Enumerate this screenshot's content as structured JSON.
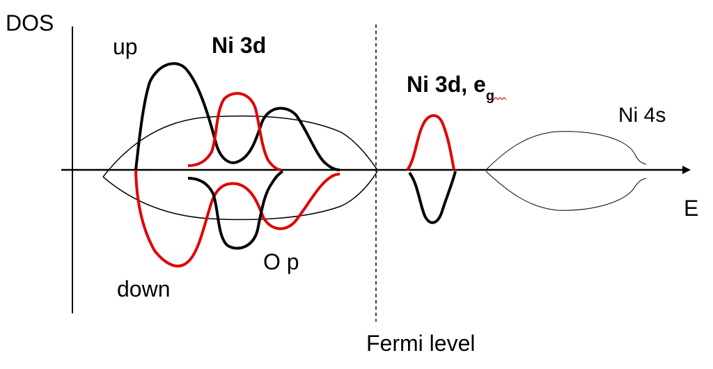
{
  "labels": {
    "dos": "DOS",
    "energy": "E",
    "up": "up",
    "down": "down",
    "ni3d": "Ni 3d",
    "ni3d_eg_main": "Ni 3d, e",
    "ni3d_eg_sub": "g",
    "ni4s": "Ni 4s",
    "op": "O p",
    "fermi": "Fermi level"
  },
  "colors": {
    "spin_up": "#000000",
    "spin_down": "#e00000",
    "axis": "#000000",
    "squiggle": "#e00000"
  }
}
